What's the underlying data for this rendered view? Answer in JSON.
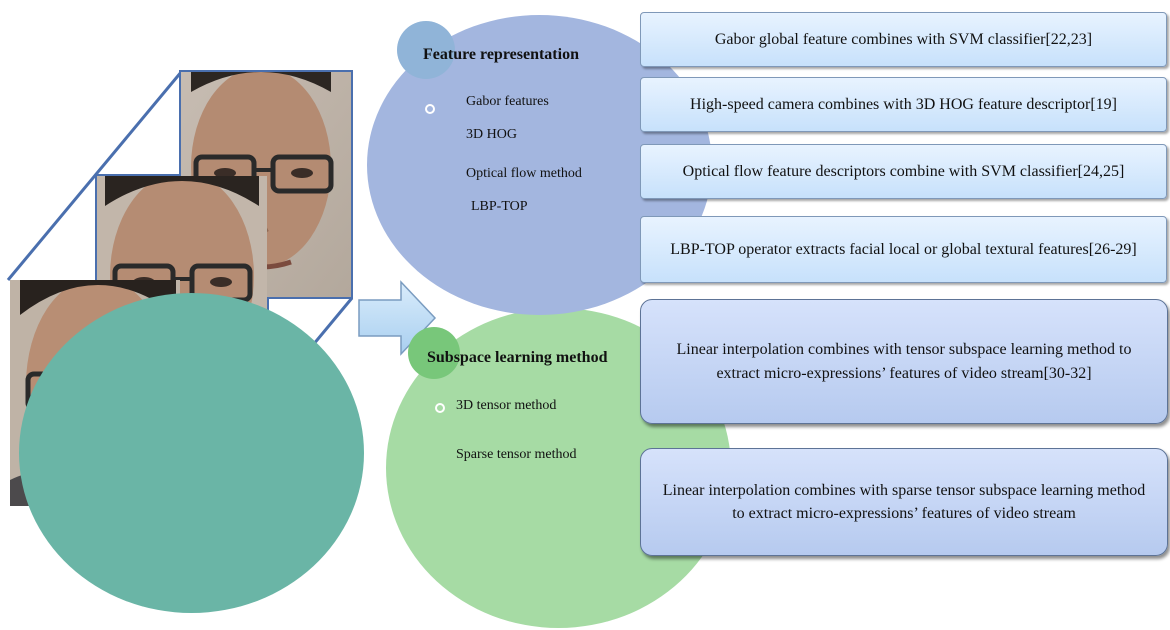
{
  "left_panel": {
    "frames": [
      "face-frame-1",
      "face-frame-2",
      "face-frame-3"
    ]
  },
  "feature_section": {
    "title": "Feature representation",
    "items": [
      "Gabor features",
      "3D HOG",
      "Optical flow method",
      "LBP-TOP"
    ],
    "boxes": [
      "Gabor global feature combines with SVM classifier[22,23]",
      "High-speed camera combines with 3D HOG feature descriptor[19]",
      "Optical flow feature descriptors combine with SVM classifier[24,25]",
      "LBP-TOP operator extracts facial local or global textural features[26-29]"
    ]
  },
  "subspace_section": {
    "title": "Subspace learning method",
    "items": [
      "3D tensor method",
      "Sparse tensor method"
    ],
    "boxes": [
      "Linear interpolation combines with tensor subspace learning method to extract micro-expressions’ features of video stream[30-32]",
      "Linear interpolation combines with sparse tensor subspace learning method to extract micro-expressions’ features of video stream"
    ]
  },
  "colors": {
    "feature_circle": "#a3b6df",
    "subspace_circle": "#a6dba4",
    "overlap": "#6ab5a6",
    "frame_outline": "#4a6fae",
    "arrow": "#bfdcf5"
  }
}
